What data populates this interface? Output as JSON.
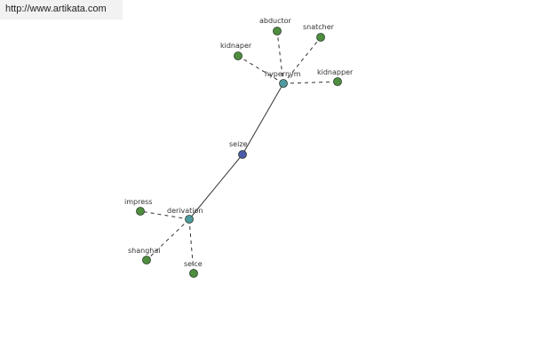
{
  "watermark": {
    "url": "http://www.artikata.com"
  },
  "colors": {
    "center": "#4a5aa8",
    "relation": "#4f9aa0",
    "word": "#4e8e3e",
    "stroke": "#2a3a2a"
  },
  "nodes": {
    "seize": {
      "label": "seize",
      "kind": "center"
    },
    "hypernym": {
      "label": "hypernym",
      "kind": "relation"
    },
    "derivation": {
      "label": "derivation",
      "kind": "relation"
    },
    "abductor": {
      "label": "abductor",
      "kind": "word"
    },
    "snatcher": {
      "label": "snatcher",
      "kind": "word"
    },
    "kidnaper": {
      "label": "kidnaper",
      "kind": "word"
    },
    "kidnapper": {
      "label": "kidnapper",
      "kind": "word"
    },
    "impress": {
      "label": "impress",
      "kind": "word"
    },
    "shanghai": {
      "label": "shanghai",
      "kind": "word"
    },
    "seice": {
      "label": "seice",
      "kind": "word"
    }
  },
  "edges": [
    {
      "from": "seize",
      "to": "hypernym",
      "style": "solid"
    },
    {
      "from": "seize",
      "to": "derivation",
      "style": "solid"
    },
    {
      "from": "hypernym",
      "to": "abductor",
      "style": "dashed"
    },
    {
      "from": "hypernym",
      "to": "snatcher",
      "style": "dashed"
    },
    {
      "from": "hypernym",
      "to": "kidnaper",
      "style": "dashed"
    },
    {
      "from": "hypernym",
      "to": "kidnapper",
      "style": "dashed"
    },
    {
      "from": "derivation",
      "to": "impress",
      "style": "dashed"
    },
    {
      "from": "derivation",
      "to": "shanghai",
      "style": "dashed"
    },
    {
      "from": "derivation",
      "to": "seice",
      "style": "dashed"
    }
  ]
}
